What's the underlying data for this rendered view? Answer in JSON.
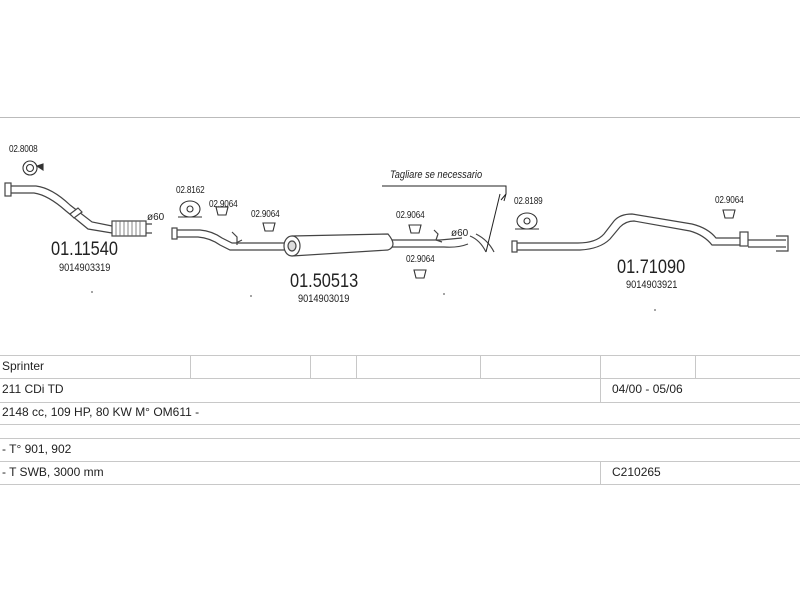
{
  "clips": {
    "c1": "02.8008",
    "c2": "02.8162",
    "c3": "02.9064",
    "c4": "02.9064",
    "c5": "02.9064",
    "c6": "02.9064",
    "c7": "02.8189",
    "c8": "02.9064"
  },
  "diameter_a": "ø60",
  "diameter_b": "ø60",
  "cut_note": "Tagliare se necessario",
  "parts": [
    {
      "code": "01.11540",
      "number": "9014903319"
    },
    {
      "code": "01.50513",
      "number": "9014903019"
    },
    {
      "code": "01.71090",
      "number": "9014903921"
    }
  ],
  "table": {
    "model": "Sprinter",
    "variant": "211 CDi TD",
    "years": "04/00 - 05/06",
    "engine": "2148 cc, 109 HP, 80 KW M° OM611 -",
    "type": "- T° 901, 902",
    "body": "- T SWB, 3000 mm",
    "ref": "C210265"
  }
}
